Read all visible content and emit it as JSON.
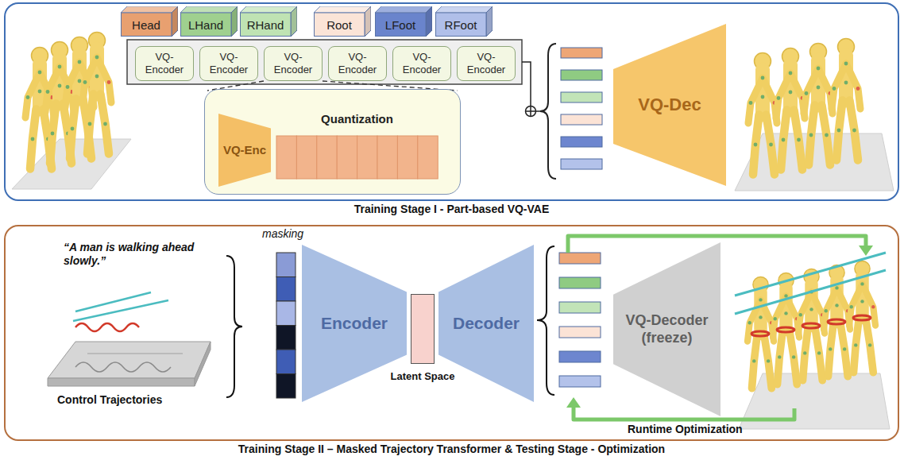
{
  "diagram": {
    "nodes": [
      {
        "text": [
          "Training Stage I - Part-based VQ-VAE"
        ]
      },
      {
        "text": [
          "Head"
        ],
        "in": 0
      },
      {
        "text": [
          "LHand"
        ],
        "in": 0
      },
      {
        "text": [
          "RHand"
        ],
        "in": 0
      },
      {
        "text": [
          "Root"
        ],
        "in": 0
      },
      {
        "text": [
          "LFoot"
        ],
        "in": 0
      },
      {
        "text": [
          "RFoot"
        ],
        "in": 0
      },
      {
        "text": [
          "VQ- Encoder"
        ],
        "in": 0
      },
      {
        "text": [
          "VQ- Encoder"
        ],
        "in": 0
      },
      {
        "text": [
          "VQ- Encoder"
        ],
        "in": 0
      },
      {
        "text": [
          "VQ- Encoder"
        ],
        "in": 0
      },
      {
        "text": [
          "VQ- Encoder"
        ],
        "in": 0
      },
      {
        "text": [
          "VQ- Encoder"
        ],
        "in": 0
      },
      {
        "text": [
          "Quantization"
        ],
        "in": 0
      },
      {
        "text": [
          "VQ-Enc"
        ],
        "in": 13
      },
      {
        "text": [
          "VQ-Dec"
        ],
        "in": 0
      },
      {
        "text": [
          "Training Stage II – Masked Trajectory Transformer & Testing Stage - Optimization"
        ]
      },
      {
        "text": [
          "Encoder"
        ],
        "in": 16
      },
      {
        "text": [
          "Latent Space"
        ],
        "in": 16
      },
      {
        "text": [
          "Decoder"
        ],
        "in": 16
      },
      {
        "text": [
          "VQ-Decoder (freeze)"
        ],
        "in": 16
      }
    ],
    "edges": [
      {
        "from": 9,
        "to": 13,
        "arrow": "none"
      }
    ],
    "labels": [
      "“A man is walking ahead slowly.”",
      "masking",
      "Control Trajectories",
      "Runtime Optimization"
    ]
  }
}
